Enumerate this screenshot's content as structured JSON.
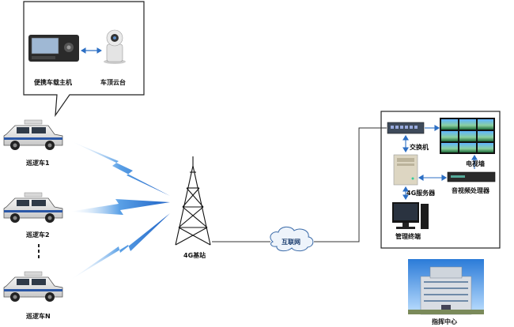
{
  "vehicle_unit": {
    "host_label": "便携车载主机",
    "ptz_label": "车顶云台"
  },
  "patrol_cars": [
    {
      "label": "巡逻车1"
    },
    {
      "label": "巡逻车2"
    },
    {
      "label": "巡逻车N"
    }
  ],
  "base_station": {
    "label": "4G基站"
  },
  "internet": {
    "label": "互联网"
  },
  "command_center": {
    "switch_label": "交换机",
    "tv_wall_label": "电视墙",
    "server_label": "4G服务器",
    "processor_label": "音视频处理器",
    "terminal_label": "管理终端",
    "building_label": "指挥中心"
  }
}
